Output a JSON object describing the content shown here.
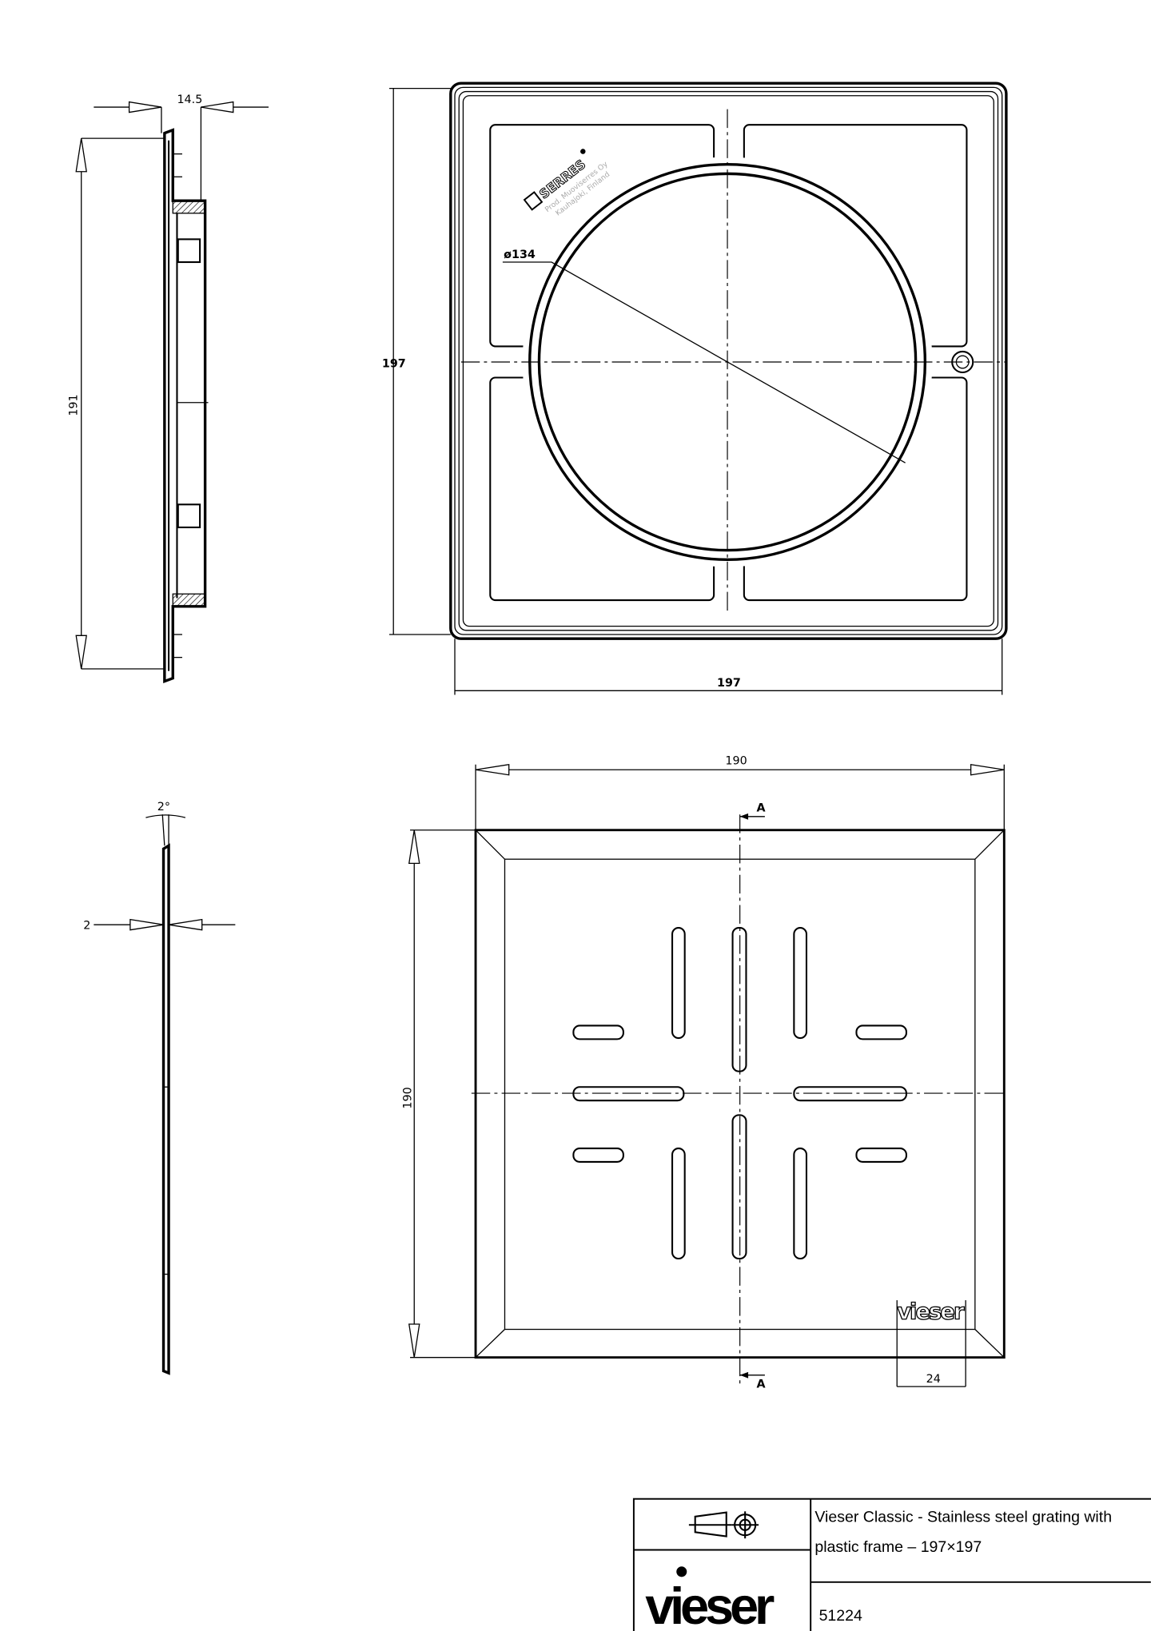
{
  "frame_view": {
    "width_label": "197",
    "height_label": "197",
    "diameter_label": "ø134",
    "maker_logo": "SERRES",
    "maker_note_line1": "Prod. Muoviserres Oy",
    "maker_note_line2": "Kauhajoki, Finland"
  },
  "frame_side_view": {
    "depth_label": "14.5",
    "height_label": "191"
  },
  "grating_view": {
    "width_label": "190",
    "height_label": "190",
    "section_mark": "A",
    "logo_text": "vieser",
    "logo_width_label": "24"
  },
  "grating_side_view": {
    "angle_label": "2°",
    "thickness_label": "2"
  },
  "title_block": {
    "title_line1": "Vieser Classic - Stainless steel grating with",
    "title_line2": "plastic frame – 197×197",
    "part_number": "51224",
    "brand_logo": "vieser",
    "projection_symbol": "first-angle-projection-icon"
  }
}
